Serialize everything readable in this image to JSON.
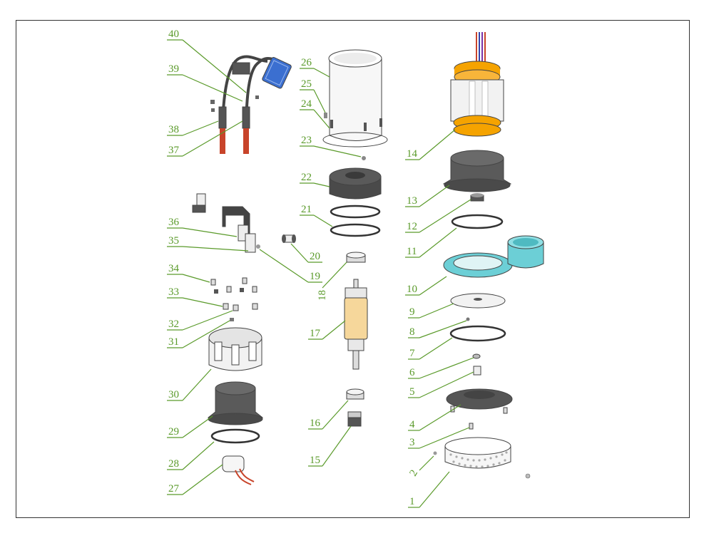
{
  "colors": {
    "leader": "#5a9a2a",
    "frame": "#333333",
    "part_dark": "#555555",
    "part_light": "#f4f4f4",
    "ring_orange": "#f5a300",
    "ring_teal": "#6ccfd6",
    "rotor_yellow": "#f6d79b",
    "plug_blue": "#3b6fd0",
    "wire_red": "#c8442a"
  },
  "parts": [
    {
      "id": "1"
    },
    {
      "id": "2"
    },
    {
      "id": "3"
    },
    {
      "id": "4"
    },
    {
      "id": "5"
    },
    {
      "id": "6"
    },
    {
      "id": "7"
    },
    {
      "id": "8"
    },
    {
      "id": "9"
    },
    {
      "id": "10"
    },
    {
      "id": "11"
    },
    {
      "id": "12"
    },
    {
      "id": "13"
    },
    {
      "id": "14"
    },
    {
      "id": "15"
    },
    {
      "id": "16"
    },
    {
      "id": "17"
    },
    {
      "id": "18"
    },
    {
      "id": "19"
    },
    {
      "id": "20"
    },
    {
      "id": "21"
    },
    {
      "id": "22"
    },
    {
      "id": "23"
    },
    {
      "id": "24"
    },
    {
      "id": "25"
    },
    {
      "id": "26"
    },
    {
      "id": "27"
    },
    {
      "id": "28"
    },
    {
      "id": "29"
    },
    {
      "id": "30"
    },
    {
      "id": "31"
    },
    {
      "id": "32"
    },
    {
      "id": "33"
    },
    {
      "id": "34"
    },
    {
      "id": "35"
    },
    {
      "id": "36"
    },
    {
      "id": "37"
    },
    {
      "id": "38"
    },
    {
      "id": "39"
    },
    {
      "id": "40"
    }
  ]
}
